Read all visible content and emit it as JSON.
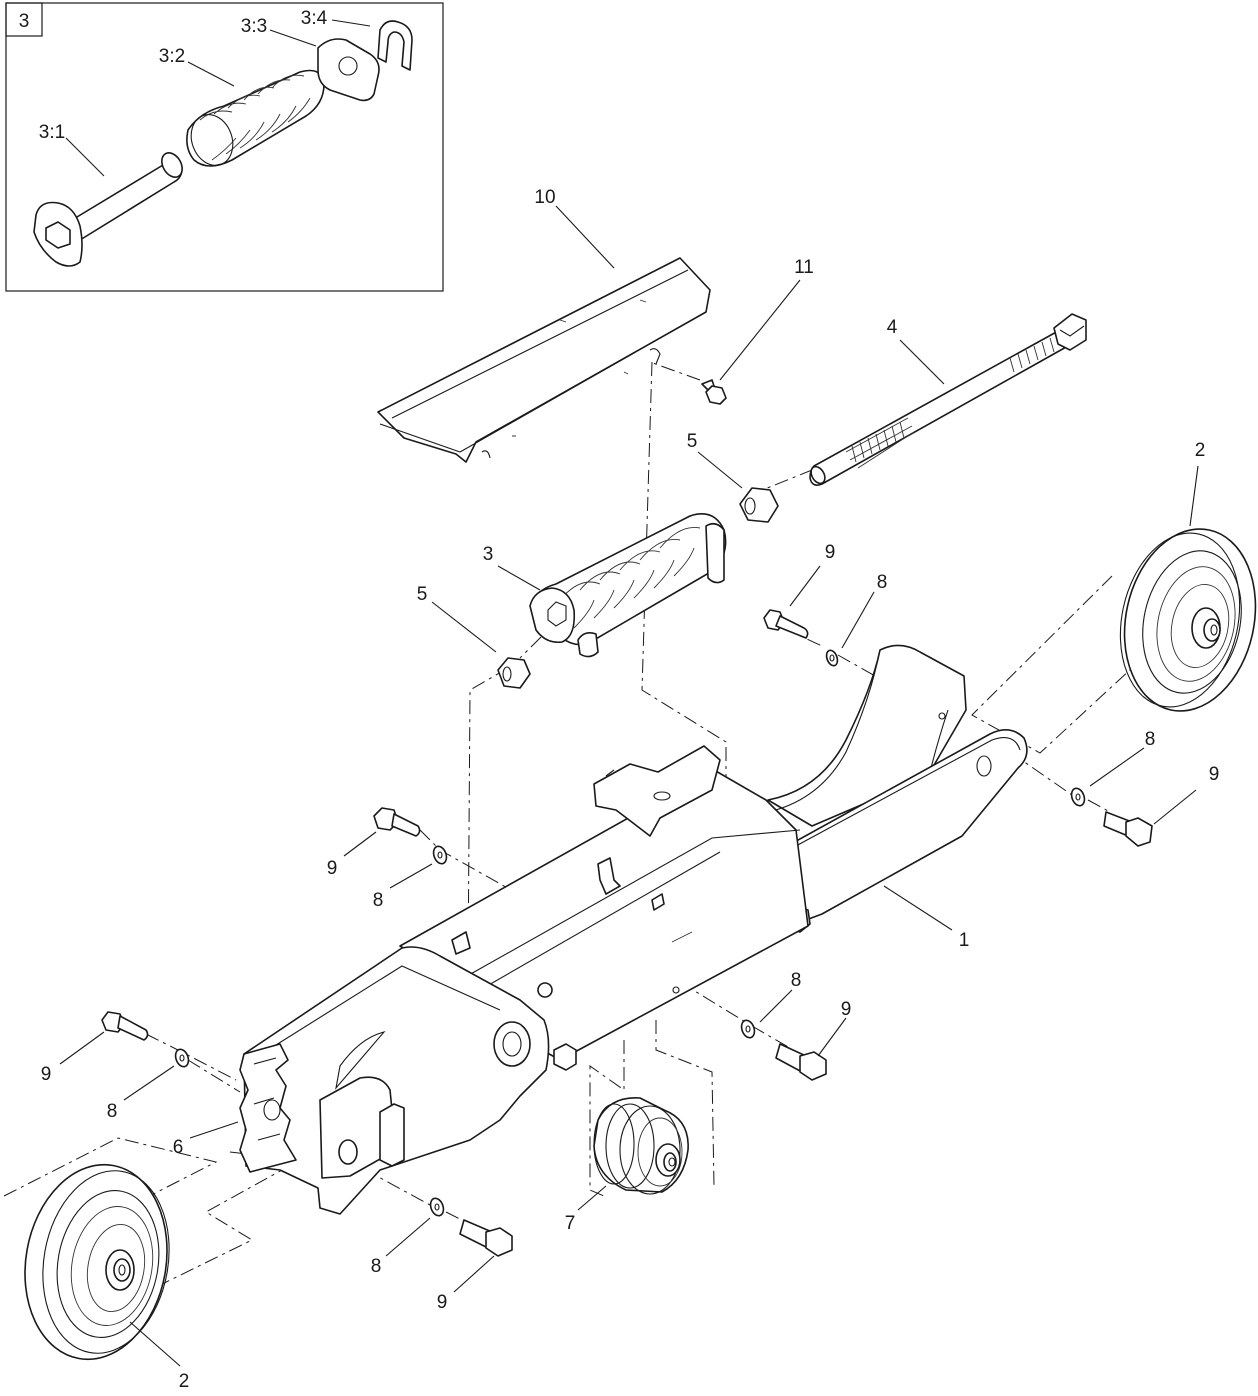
{
  "detail_box": {
    "label": "3"
  },
  "callouts": {
    "c3_1": "3:1",
    "c3_2": "3:2",
    "c3_3": "3:3",
    "c3_4": "3:4",
    "c10": "10",
    "c11": "11",
    "c4": "4",
    "c5a": "5",
    "c5b": "5",
    "c3": "3",
    "c2a": "2",
    "c2b": "2",
    "c9a": "9",
    "c9b": "9",
    "c9c": "9",
    "c9d": "9",
    "c9e": "9",
    "c9f": "9",
    "c8a": "8",
    "c8b": "8",
    "c8c": "8",
    "c8d": "8",
    "c8e": "8",
    "c8f": "8",
    "c1": "1",
    "c6": "6",
    "c7": "7"
  }
}
